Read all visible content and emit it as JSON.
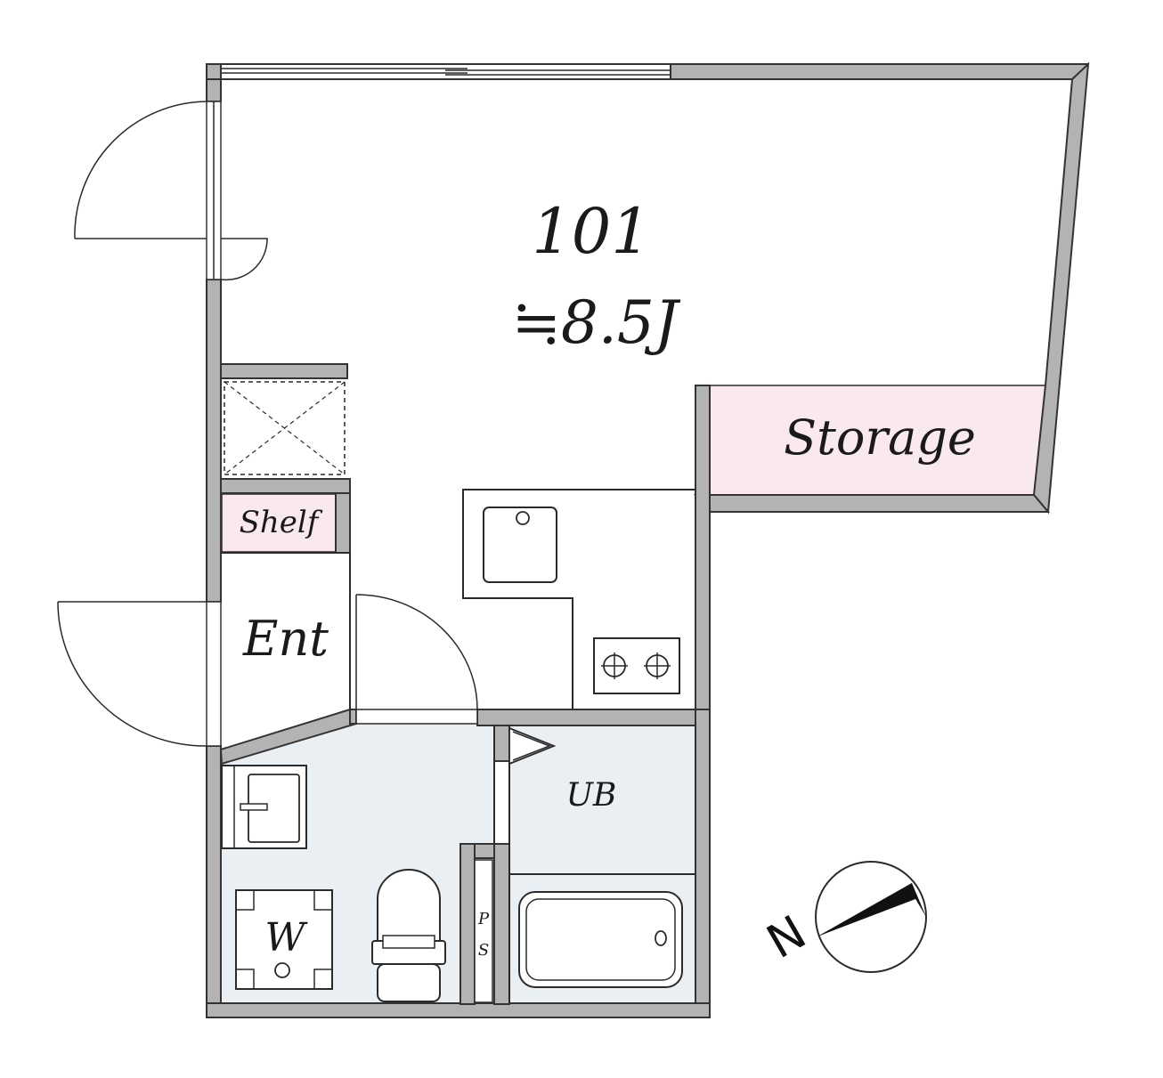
{
  "room": {
    "number": "101",
    "size": "≒8.5J"
  },
  "labels": {
    "storage": "Storage",
    "shelf": "Shelf",
    "entrance": "Ent",
    "unit_bath": "UB",
    "washer": "W",
    "pipe_space_top": "P",
    "pipe_space_bottom": "S",
    "compass_north": "N"
  },
  "colors": {
    "wall": "#b3b3b3",
    "storage_fill": "#f9e9ee",
    "wet_area_fill": "#e9eff3"
  },
  "icons": [
    "door-swing-icon",
    "sink-icon",
    "stove-icon",
    "toilet-icon",
    "bathtub-icon",
    "compass-icon",
    "ventilation-x-icon"
  ]
}
